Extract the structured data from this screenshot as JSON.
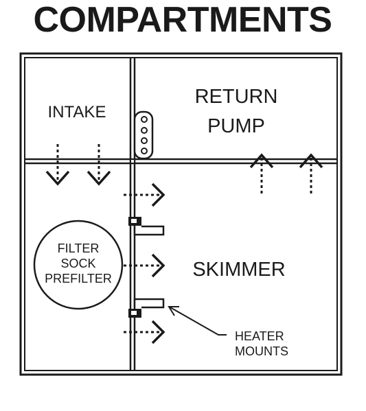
{
  "title": "COMPARTMENTS",
  "compartments": {
    "intake": "INTAKE",
    "return_pump": [
      "RETURN",
      "PUMP"
    ],
    "skimmer": "SKIMMER"
  },
  "filter_sock": [
    "FILTER",
    "SOCK",
    "PREFILTER"
  ],
  "heater_mounts": [
    "HEATER",
    "MOUNTS"
  ],
  "colors": {
    "ink": "#1a1a1a",
    "background": "#ffffff"
  }
}
